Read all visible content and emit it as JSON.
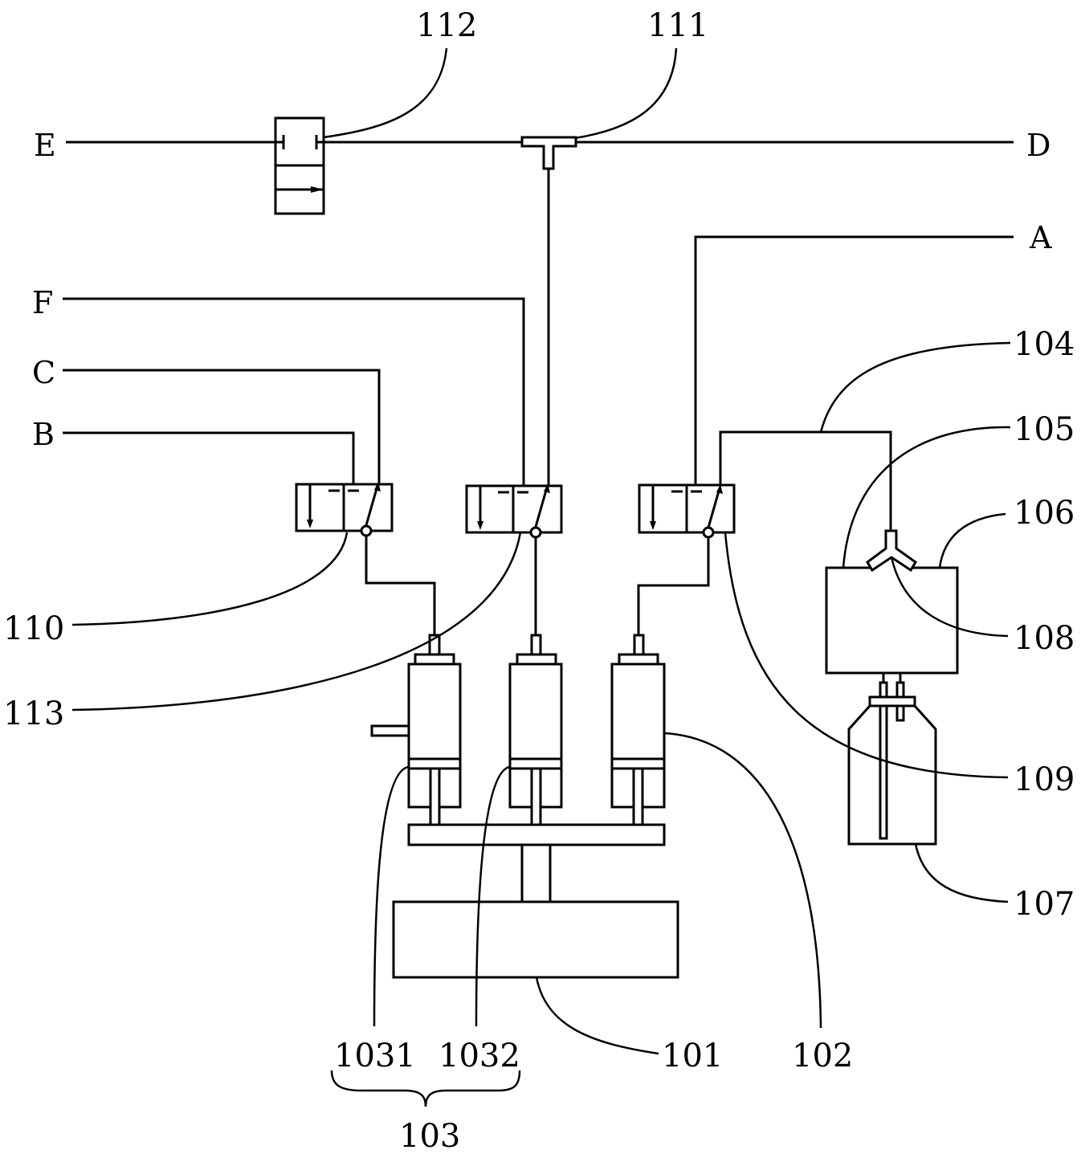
{
  "diagram": {
    "ports": {
      "A": "A",
      "B": "B",
      "C": "C",
      "D": "D",
      "E": "E",
      "F": "F"
    },
    "labels": {
      "l101": "101",
      "l102": "102",
      "l103": "103",
      "l1031": "1031",
      "l1032": "1032",
      "l104": "104",
      "l105": "105",
      "l106": "106",
      "l107": "107",
      "l108": "108",
      "l109": "109",
      "l110": "110",
      "l111": "111",
      "l112": "112",
      "l113": "113"
    },
    "components": [
      {
        "id": "101",
        "name": "drive-unit"
      },
      {
        "id": "102",
        "name": "cylinder"
      },
      {
        "id": "103",
        "name": "cylinder-group",
        "members": [
          "1031",
          "1032"
        ]
      },
      {
        "id": "104",
        "name": "tubing"
      },
      {
        "id": "105",
        "name": "container"
      },
      {
        "id": "106",
        "name": "container-lid"
      },
      {
        "id": "107",
        "name": "bottle"
      },
      {
        "id": "108",
        "name": "y-connector"
      },
      {
        "id": "109",
        "name": "valve"
      },
      {
        "id": "110",
        "name": "valve"
      },
      {
        "id": "111",
        "name": "t-connector"
      },
      {
        "id": "112",
        "name": "two-way-valve"
      },
      {
        "id": "113",
        "name": "valve"
      }
    ]
  }
}
